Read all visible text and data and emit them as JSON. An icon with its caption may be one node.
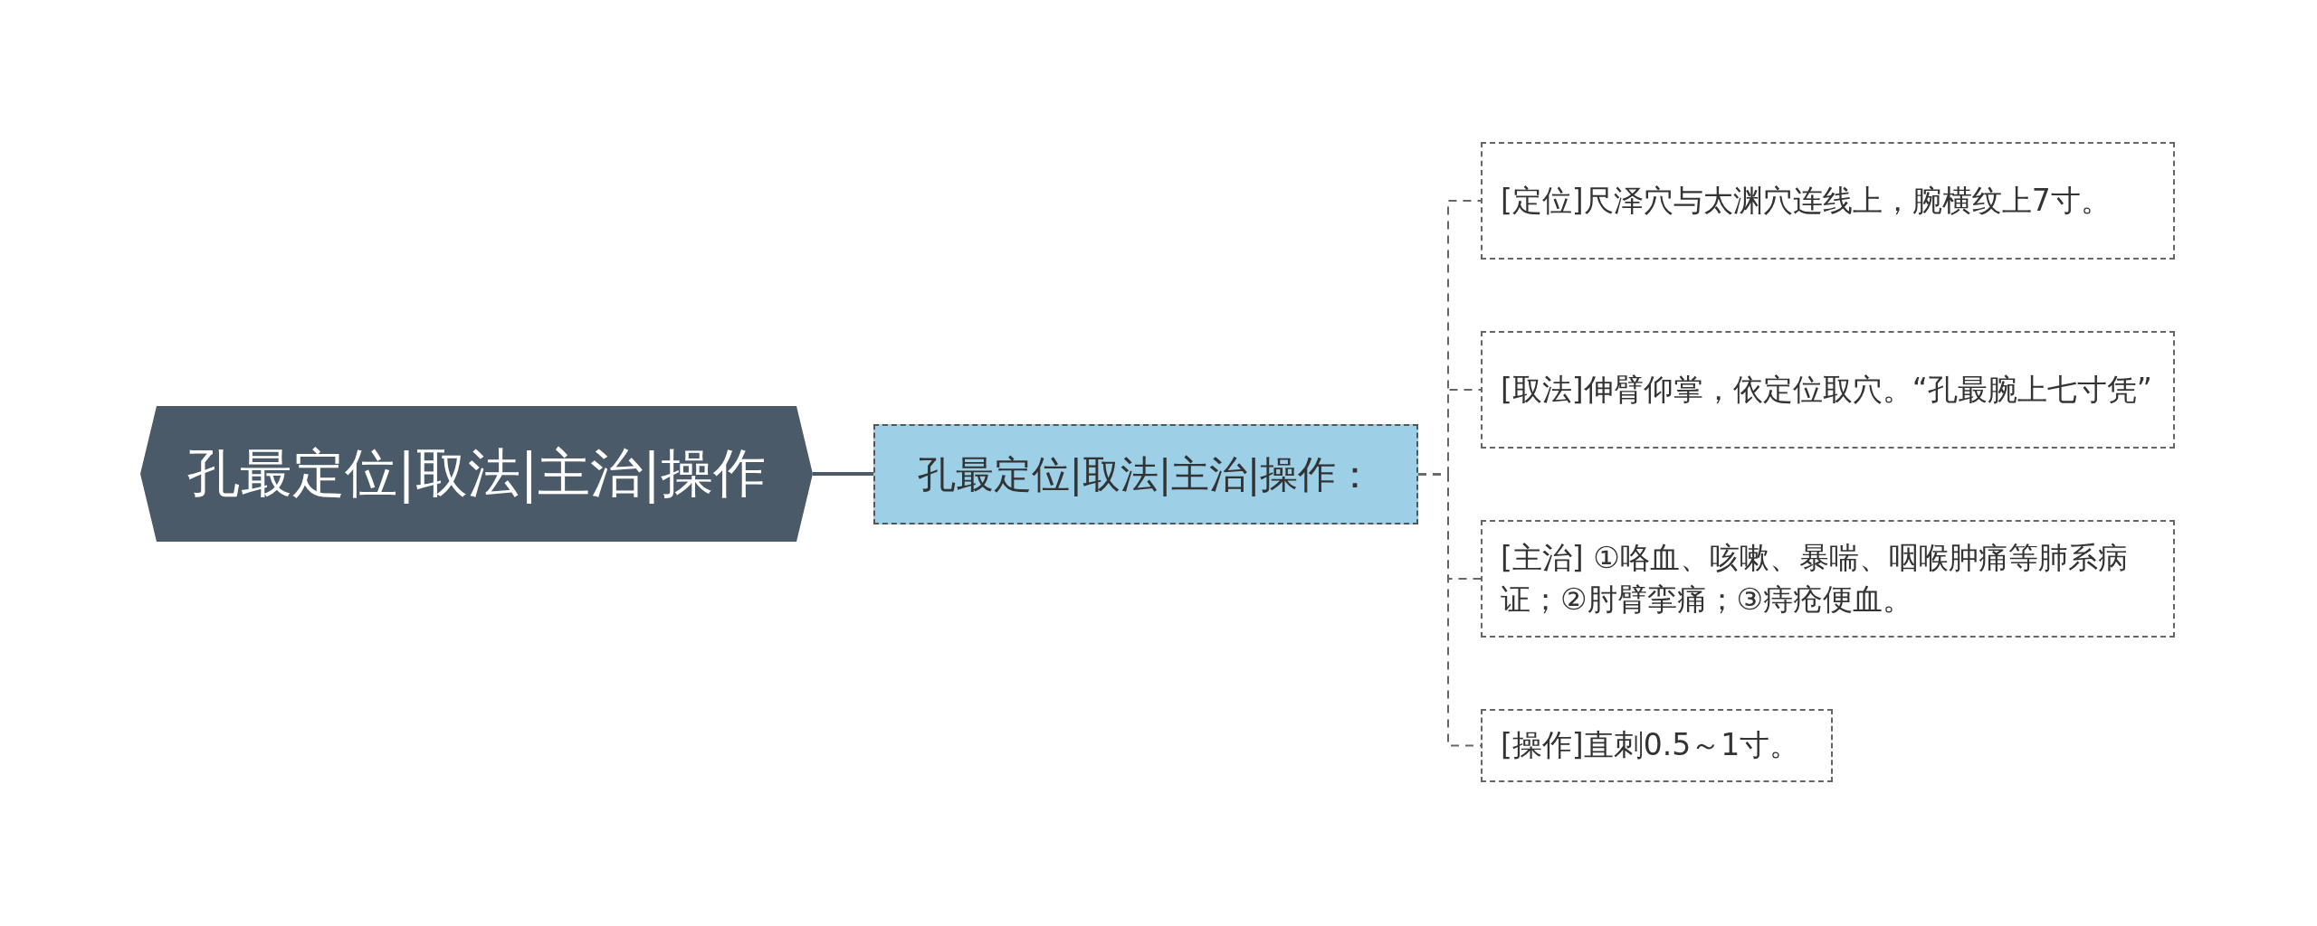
{
  "diagram": {
    "nodes": [
      {
        "text": [
          "孔最定位|取法|主治|操作"
        ]
      },
      {
        "text": [
          "孔最定位|取法|主治|操作："
        ]
      },
      {
        "text": [
          "[定位]尺泽穴与太渊穴连线上，腕横纹上7寸。"
        ]
      },
      {
        "text": [
          "[取法]伸臂仰掌，依定位取穴。“孔最腕上七寸凭”"
        ]
      },
      {
        "text": [
          "[主治] ①咯血、咳嗽、暴喘、咽喉肿痛等肺系病证；②肘臂挛痛；③痔疮便血。"
        ]
      },
      {
        "text": [
          "[操作]直刺0.5～1寸。"
        ]
      }
    ],
    "edges": [
      {
        "from": 0,
        "to": 1,
        "arrow": "none"
      },
      {
        "from": 1,
        "to": 2,
        "arrow": "none",
        "style": "dashed"
      },
      {
        "from": 1,
        "to": 3,
        "arrow": "none",
        "style": "dashed"
      },
      {
        "from": 1,
        "to": 4,
        "arrow": "none",
        "style": "dashed"
      },
      {
        "from": 1,
        "to": 5,
        "arrow": "none",
        "style": "dashed"
      }
    ]
  }
}
